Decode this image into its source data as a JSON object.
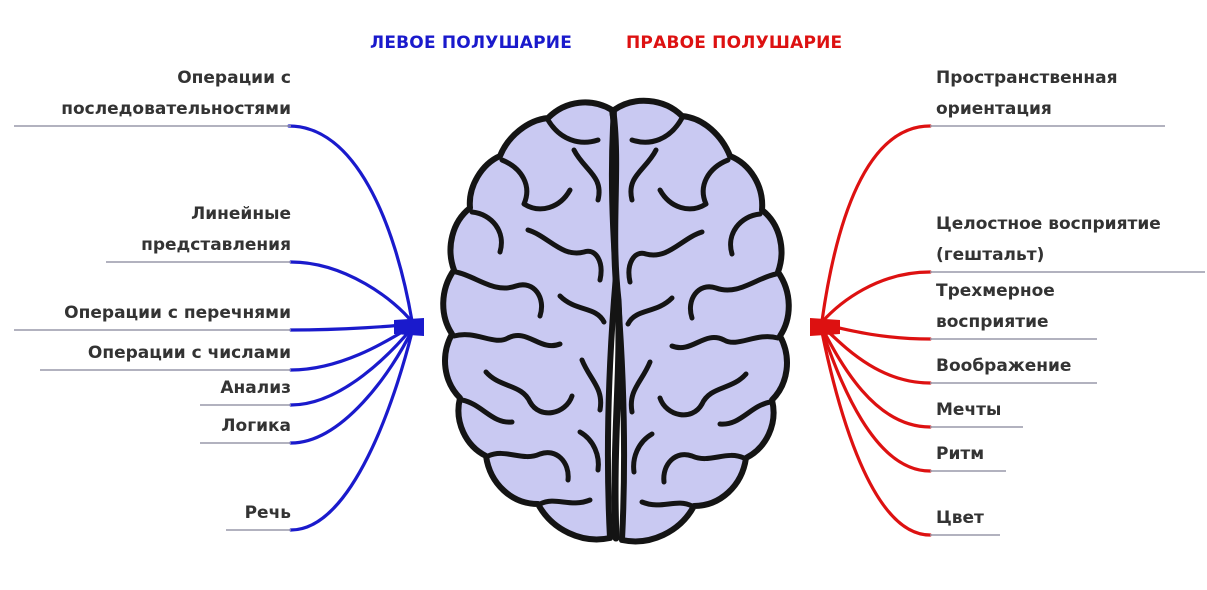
{
  "header": {
    "left_title": "ЛЕВОЕ ПОЛУШАРИЕ",
    "right_title": "ПРАВОЕ ПОЛУШАРИЕ"
  },
  "left_labels": [
    "Операции с\nпоследовательностями",
    "Линейные\nпредставления",
    "Операции с перечнями",
    "Операции с числами",
    "Анализ",
    "Логика",
    "Речь"
  ],
  "right_labels": [
    "Пространственная\nориентация",
    "Целостное восприятие\n(гештальт)",
    "Трехмерное\nвосприятие",
    "Воображение",
    "Мечты",
    "Ритм",
    "Цвет"
  ],
  "colors": {
    "left_accent": "#1a1acc",
    "right_accent": "#dd1111",
    "brain_fill": "#c9c9f2",
    "brain_outline": "#141414",
    "label_text": "#333333",
    "underline": "#9999aa"
  },
  "icons": {
    "center_image": "brain-icon"
  }
}
